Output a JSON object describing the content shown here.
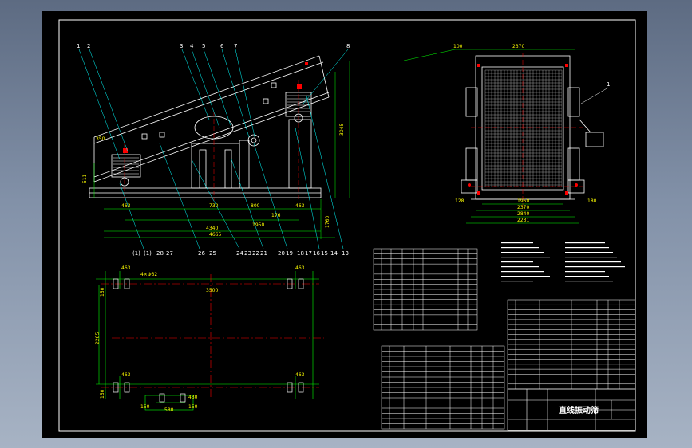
{
  "drawing": {
    "title_block_name": "直线振动筛",
    "colors": {
      "background": "#000000",
      "border": "#ffffff",
      "outline": "#ffffff",
      "dimension": "#00ff00",
      "dimension_text": "#ffff00",
      "centerline": "#ff0000",
      "leader": "#00ffff"
    },
    "side_view": {
      "part_numbers_top": [
        "1",
        "2",
        "3",
        "4",
        "5",
        "6",
        "7",
        "8"
      ],
      "part_numbers_bottom": [
        "(1)",
        "(1)",
        "28",
        "27",
        "26",
        "25",
        "24",
        "23",
        "22",
        "21",
        "20",
        "19",
        "18",
        "17",
        "16",
        "15",
        "14",
        "13"
      ],
      "dims_bottom": [
        "463",
        "730",
        "800",
        "463",
        "1950",
        "4340",
        "4665"
      ],
      "dims_side": [
        "511",
        "350",
        "3045",
        "1760"
      ],
      "dim_176": "176"
    },
    "end_view": {
      "dims_top": [
        "100",
        "2370"
      ],
      "dims_bottom": [
        "1950",
        "2370",
        "2840",
        "2231"
      ],
      "dim_left": "128",
      "dim_right": "180",
      "part_number": "1"
    },
    "plan_view": {
      "dims": [
        "463",
        "463",
        "463",
        "463",
        "3500",
        "2205",
        "430",
        "580",
        "150",
        "150",
        "150",
        "150"
      ],
      "dim_spec": "4×Φ32"
    }
  }
}
